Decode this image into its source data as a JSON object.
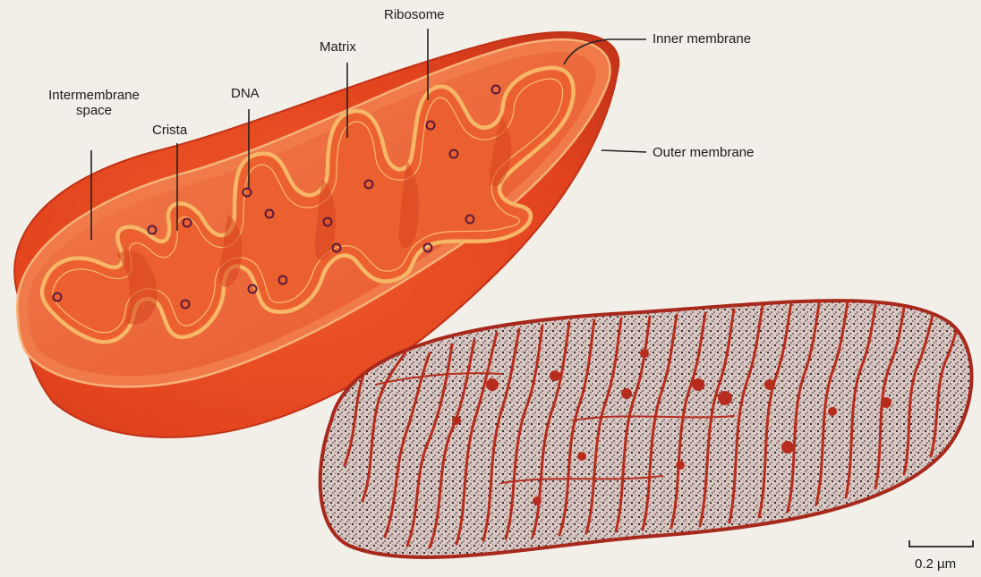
{
  "labels": {
    "intermembrane_space": "Intermembrane\nspace",
    "crista": "Crista",
    "dna": "DNA",
    "matrix": "Matrix",
    "ribosome": "Ribosome",
    "inner_membrane": "Inner membrane",
    "outer_membrane": "Outer membrane"
  },
  "scale_bar": "0.2 µm",
  "colors": {
    "background": "#f2efe9",
    "outer_membrane": "#e5471f",
    "rim": "#f07a4a",
    "inner_membrane": "#f4b35e",
    "matrix": "#ef6a39",
    "micrograph": "#b82c1e",
    "ribosome_ring": "#5a1a3a"
  }
}
